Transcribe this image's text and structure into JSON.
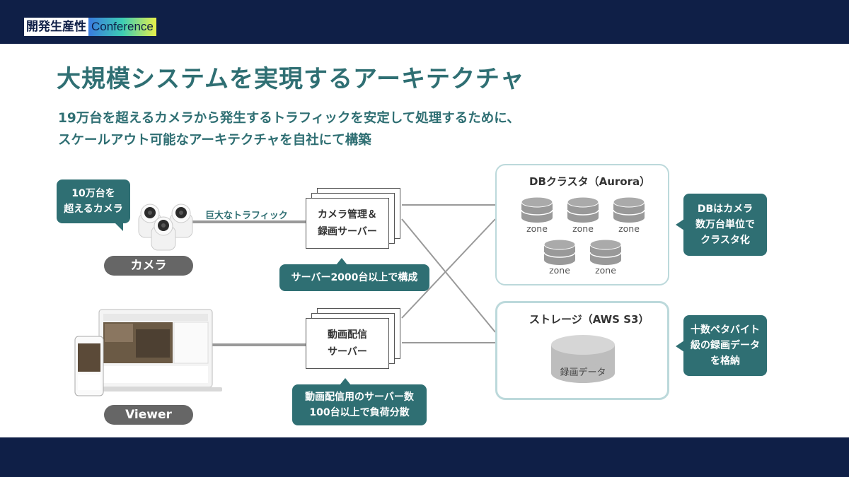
{
  "header": {
    "logo_jp": "開発生産性",
    "logo_en": "Conference"
  },
  "slide": {
    "title": "大規模システムを実現するアーキテクチャ",
    "subtitle_line1": "19万台を超えるカメラから発生するトラフィックを安定して処理するために、",
    "subtitle_line2": "スケールアウト可能なアーキテクチャを自社にて構築"
  },
  "camera": {
    "callout": "10万台を\n超えるカメラ",
    "label": "カメラ",
    "traffic_label": "巨大なトラフィック"
  },
  "camera_server": {
    "label": "カメラ管理＆\n録画サーバー",
    "callout": "サーバー2000台以上で構成"
  },
  "viewer": {
    "label": "Viewer"
  },
  "streaming_server": {
    "label": "動画配信\nサーバー",
    "callout": "動画配信用のサーバー数\n100台以上で負荷分散"
  },
  "db_cluster": {
    "title": "DBクラスタ（Aurora）",
    "zones": [
      "zone",
      "zone",
      "zone",
      "zone",
      "zone"
    ],
    "callout": "DBはカメラ\n数万台単位で\nクラスタ化"
  },
  "storage": {
    "title": "ストレージ（AWS S3）",
    "cylinder_label": "録画データ",
    "callout": "十数ペタバイト\n級の録画データ\nを格納"
  },
  "colors": {
    "navy": "#0f1f47",
    "teal": "#2f6f73",
    "group_border": "#bcd9db",
    "pill_gray": "#666666"
  }
}
